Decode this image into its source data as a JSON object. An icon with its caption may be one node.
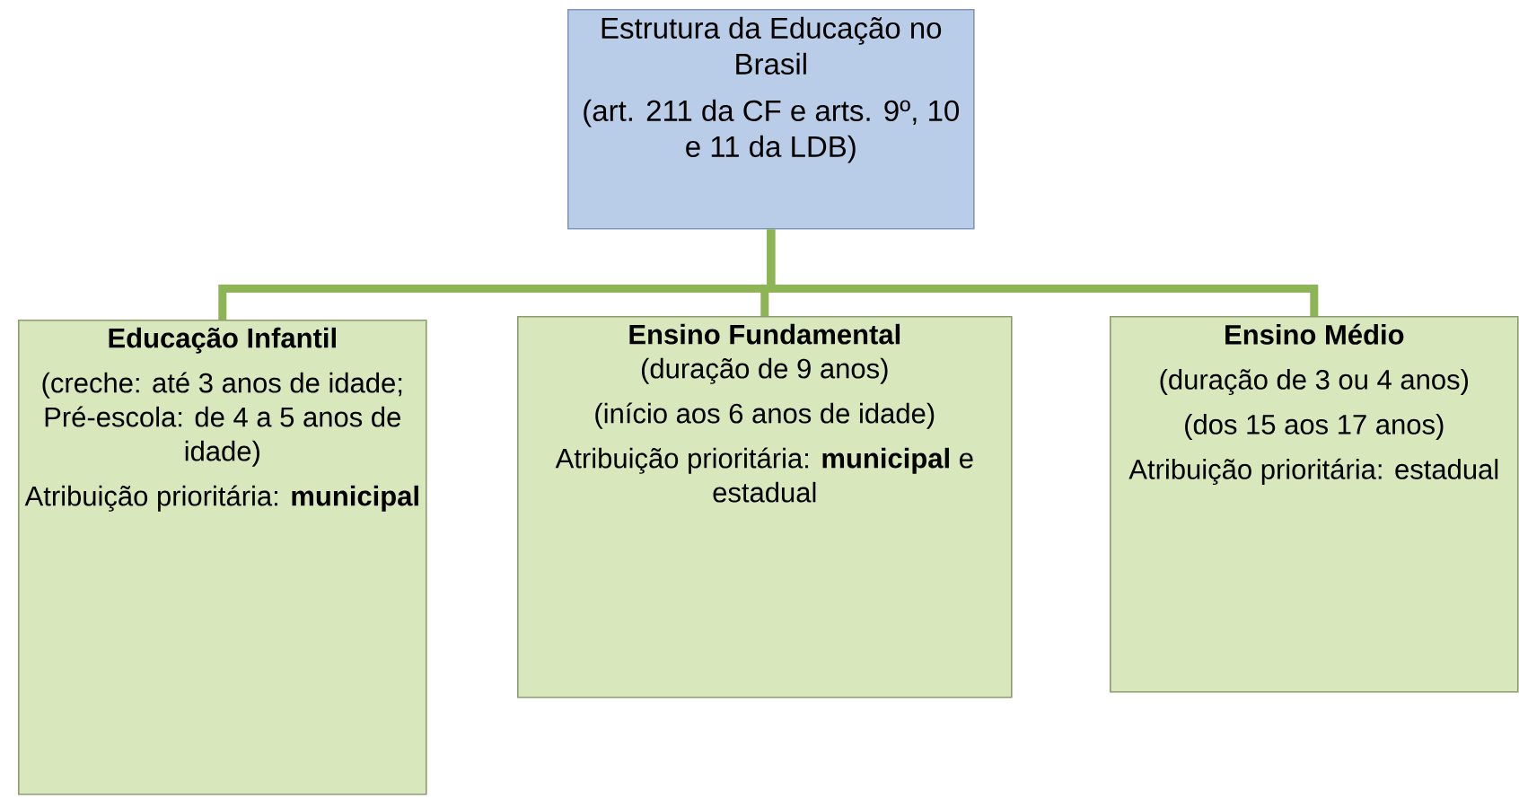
{
  "diagram": {
    "nodes": [
      {
        "text": [
          "Estrutura da Educação no Brasil",
          "(art. 211 da CF e arts. 9º, 10 e 11 da LDB)"
        ]
      },
      {
        "text": [
          "Educação Infantil",
          "(creche: até 3 anos de idade;",
          "Pré-escola: de 4 a 5 anos de idade)",
          "Atribuição prioritária: **municipal**"
        ]
      },
      {
        "text": [
          "Ensino Fundamental",
          "(duração de 9 anos)",
          "(início aos 6 anos de idade)",
          "Atribuição prioritária: **municipal** e estadual"
        ]
      },
      {
        "text": [
          "Ensino Médio",
          "(duração de 3 ou 4 anos)",
          "(dos 15 aos 17 anos)",
          "Atribuição prioritária: estadual"
        ]
      }
    ],
    "edges": [
      {
        "from": 0,
        "to": 1,
        "arrow": "none"
      },
      {
        "from": 0,
        "to": 2,
        "arrow": "none"
      },
      {
        "from": 0,
        "to": 3,
        "arrow": "none"
      }
    ]
  }
}
